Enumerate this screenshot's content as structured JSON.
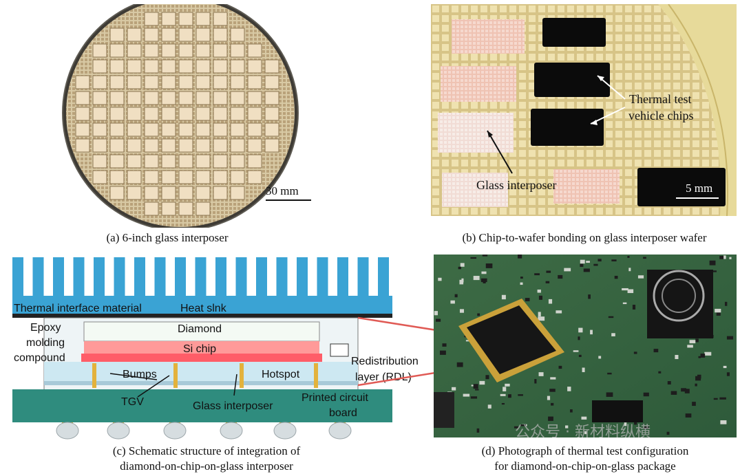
{
  "panel_a": {
    "caption": "(a) 6-inch glass interposer",
    "scale_bar": "30 mm"
  },
  "panel_b": {
    "caption": "(b) Chip-to-wafer bonding on glass interposer wafer",
    "label_chips_line1": "Thermal test",
    "label_chips_line2": "vehicle chips",
    "label_interposer": "Glass interposer",
    "scale_bar": "5 mm"
  },
  "panel_c": {
    "caption_line1": "(c) Schematic structure of integration of",
    "caption_line2": "diamond-on-chip-on-glass interposer",
    "labels": {
      "tim": "Thermal interface material",
      "heat_sink": "Heat slnk",
      "diamond": "Diamond",
      "epoxy_1": "Epoxy",
      "epoxy_2": "molding",
      "epoxy_3": "compound",
      "si_chip": "Si chip",
      "rdl_1": "Redistribution",
      "rdl_2": "layer (RDL)",
      "bumps": "Bumps",
      "hotspot": "Hotspot",
      "tgv": "TGV",
      "glass_interposer": "Glass interposer",
      "pcb_1": "Printed circuit",
      "pcb_2": "board"
    }
  },
  "panel_d": {
    "caption_line1": "(d) Photograph of thermal test configuration",
    "caption_line2": "for diamond-on-chip-on-glass package",
    "watermark": "公众号 · 新材料纵横"
  }
}
